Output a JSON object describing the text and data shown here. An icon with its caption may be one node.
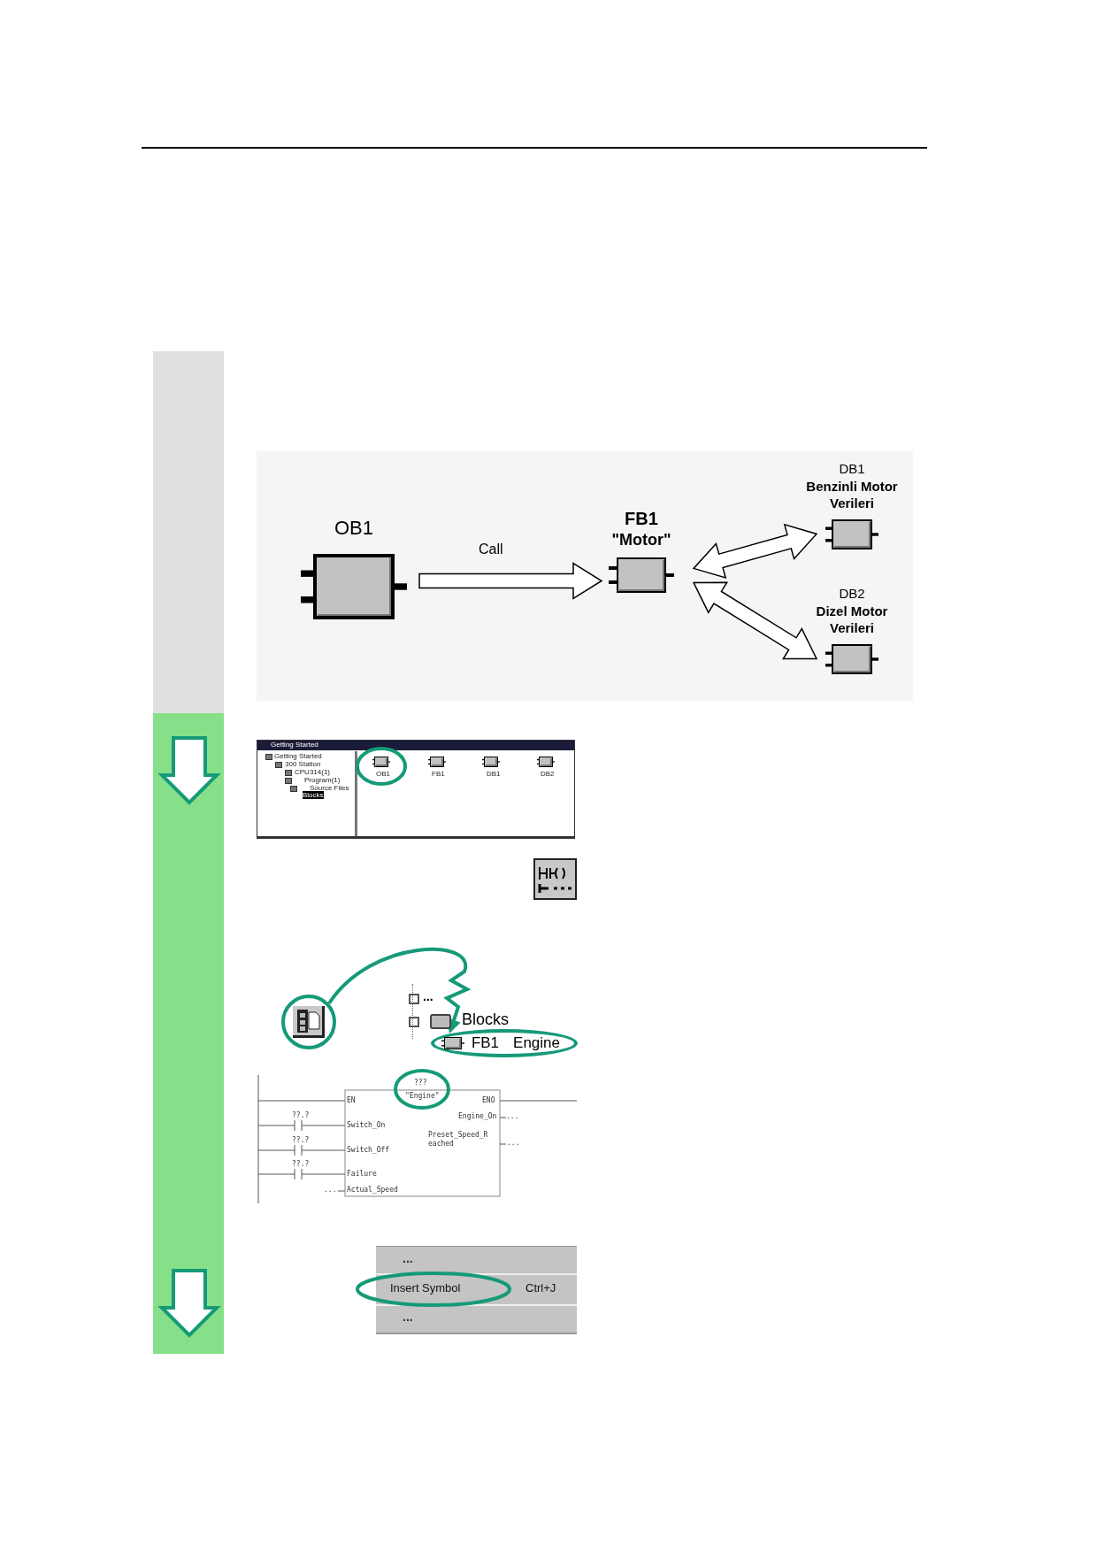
{
  "diagram": {
    "nodes": [
      {
        "text": [
          "OB1"
        ]
      },
      {
        "text": [
          "FB1",
          "\"Motor\""
        ]
      },
      {
        "text": [
          "DB1",
          "Benzinli Motor Verileri"
        ]
      },
      {
        "text": [
          "DB2",
          "Dizel Motor Verileri"
        ]
      },
      {
        "text": [],
        "shape": "circle"
      },
      {
        "text": [
          "FB1",
          "Engine"
        ]
      }
    ],
    "edges": [
      {
        "from": 0,
        "to": 1,
        "arrow": "to",
        "label": "Call"
      },
      {
        "from": 1,
        "to": 2,
        "arrow": "both"
      },
      {
        "from": 1,
        "to": 3,
        "arrow": "both"
      },
      {
        "from": 4,
        "to": 5,
        "arrow": "to",
        "color": "#159a78"
      }
    ],
    "labels": [
      "Getting Started",
      "Getting Started",
      "300 Station",
      "CPU314(1)",
      "Program(1)",
      "Source Files",
      "Blocks",
      "OB1",
      "FB1",
      "DB1",
      "DB2",
      "...",
      "Blocks",
      "???",
      "\"Engine\"",
      "EN",
      "ENO",
      "??.?",
      "Engine_On",
      "...",
      "Switch_On",
      "Preset_Speed_Reached",
      "...",
      "??.?",
      "Switch_Off",
      "??.?",
      "Failure",
      "...",
      "Actual_Speed",
      "...",
      "Insert Symbol",
      "Ctrl+J",
      "..."
    ]
  }
}
